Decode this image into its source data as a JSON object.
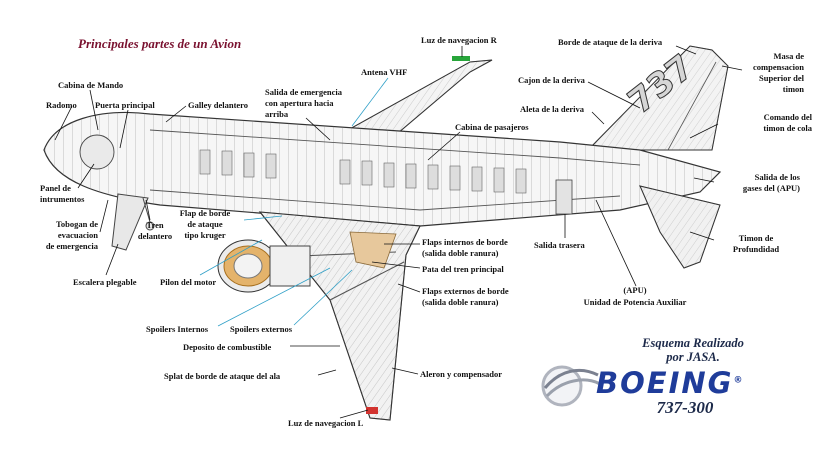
{
  "title": "Principales partes de un Avion",
  "labels": {
    "cabina_mando": "Cabina de Mando",
    "radomo": "Radomo",
    "puerta_principal": "Puerta principal",
    "galley": "Galley delantero",
    "panel_1": "Panel de",
    "panel_2": "intrumentos",
    "tobogan_1": "Tobogan de",
    "tobogan_2": "evacuacion",
    "tobogan_3": "de emergencia",
    "tren_1": "Tren",
    "tren_2": "delantero",
    "escalera": "Escalera plegable",
    "flap_kruger_1": "Flap de borde",
    "flap_kruger_2": "de ataque",
    "flap_kruger_3": "tipo kruger",
    "pilon": "Pilon del motor",
    "spoilers_int": "Spoilers Internos",
    "spoilers_ext": "Spoilers externos",
    "deposito": "Deposito de combustible",
    "slat": "Splat de borde de ataque del ala",
    "luz_l": "Luz de navegacion L",
    "salida_emerg_1": "Salida de emergencia",
    "salida_emerg_2": "con apertura  hacia",
    "salida_emerg_3": "arriba",
    "antena": "Antena VHF",
    "luz_r": "Luz de navegacion R",
    "cabina_pasajeros": "Cabina de pasajeros",
    "borde_deriva": "Borde de ataque de la deriva",
    "cajon_deriva": "Cajon de la deriva",
    "aleta_deriva": "Aleta de la deriva",
    "masa_1": "Masa de",
    "masa_2": "compensacion",
    "masa_3": "Superior del",
    "masa_4": "timon",
    "comando_1": "Comando del",
    "comando_2": "timon de cola",
    "gases_1": "Salida de los",
    "gases_2": "gases del (APU)",
    "timon_1": "Timon de",
    "timon_2": "Profundidad",
    "salida_trasera": "Salida trasera",
    "apu_1": "(APU)",
    "apu_2": "Unidad de Potencia Auxiliar",
    "flaps_int_1": "Flaps internos de borde",
    "flaps_int_2": "(salida doble ranura)",
    "pata_tren": "Pata del tren principal",
    "flaps_ext_1": "Flaps externos de borde",
    "flaps_ext_2": "(salida doble ranura)",
    "aleron": "Aleron y compensador"
  },
  "credit_1": "Esquema Realizado",
  "credit_2": "por JASA.",
  "logo": "BOEING",
  "logo_mark": "®",
  "model": "737-300",
  "colors": {
    "title": "#7a1230",
    "leader_blue": "#2e9fc7",
    "leader_black": "#111111",
    "logo_blue": "#1f3c9a",
    "engine_orange": "#d98a2b",
    "nav_light_green": "#27a53a",
    "nav_light_red": "#d2332f",
    "highlight_red": "#c0392b"
  }
}
